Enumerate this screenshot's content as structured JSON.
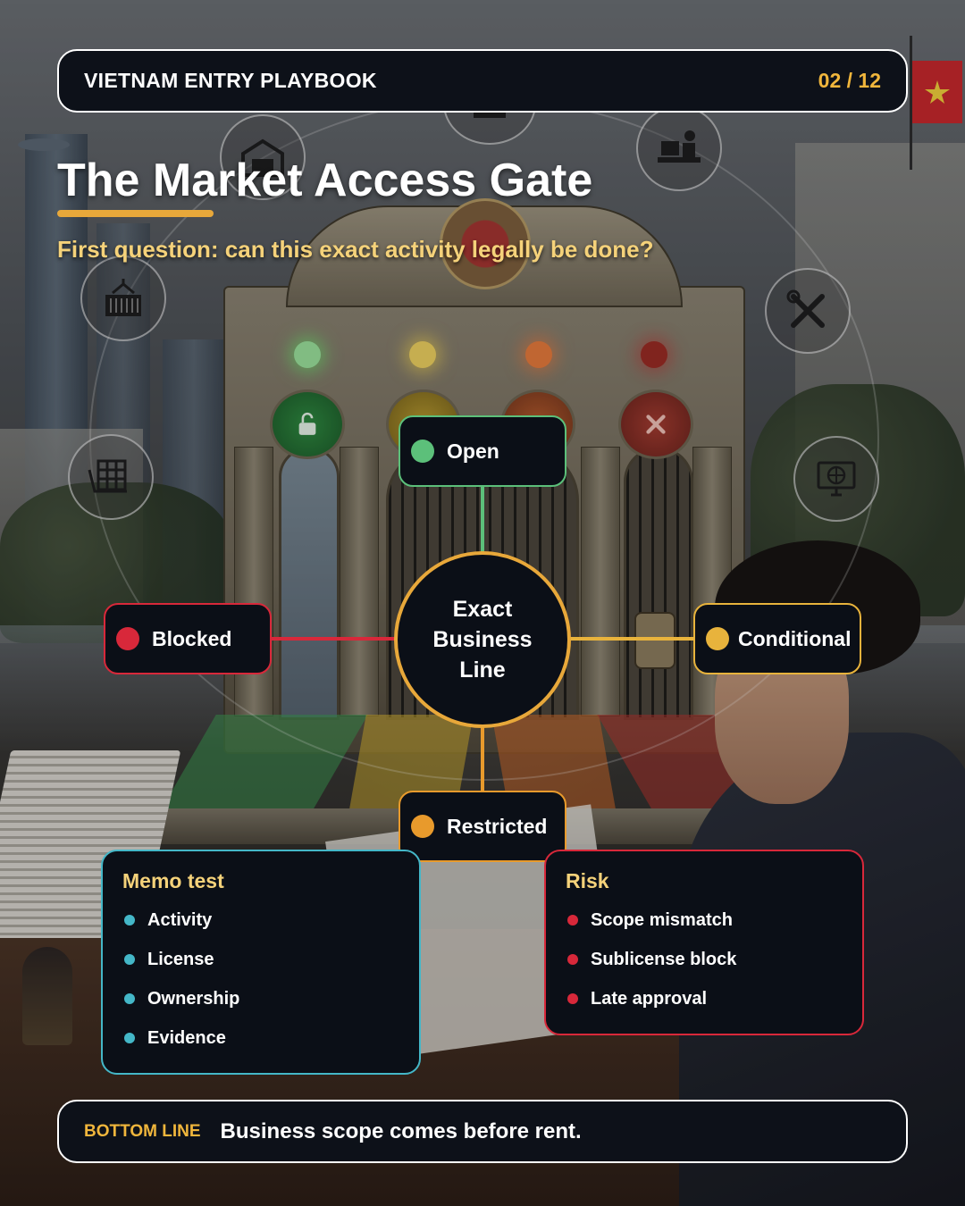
{
  "header": {
    "brand": "VIETNAM ENTRY PLAYBOOK",
    "page": "02 / 12"
  },
  "title": "The Market Access Gate",
  "subtitle": "First question: can this exact activity legally be done?",
  "diagram": {
    "center": "Exact Business Line",
    "nodes": [
      {
        "label": "Open",
        "color": "#5cc07a"
      },
      {
        "label": "Conditional",
        "color": "#e8b33c"
      },
      {
        "label": "Restricted",
        "color": "#e89a2c"
      },
      {
        "label": "Blocked",
        "color": "#d8283a"
      }
    ]
  },
  "memo": {
    "title": "Memo test",
    "accent": "#44b7c8",
    "items": [
      "Activity",
      "License",
      "Ownership",
      "Evidence"
    ]
  },
  "risk": {
    "title": "Risk",
    "accent": "#d8283a",
    "items": [
      "Scope mismatch",
      "Sublicense block",
      "Late approval"
    ]
  },
  "footer": {
    "tag": "BOTTOM LINE",
    "message": "Business scope comes before rent."
  },
  "icons": [
    "warehouse-icon",
    "worker-desk-icon",
    "factory-icon",
    "shipping-container-icon",
    "tools-icon",
    "logistics-cart-icon",
    "monitor-globe-icon",
    "vietnam-flag-icon",
    "lock-icon",
    "warning-icon",
    "x-mark-icon"
  ]
}
